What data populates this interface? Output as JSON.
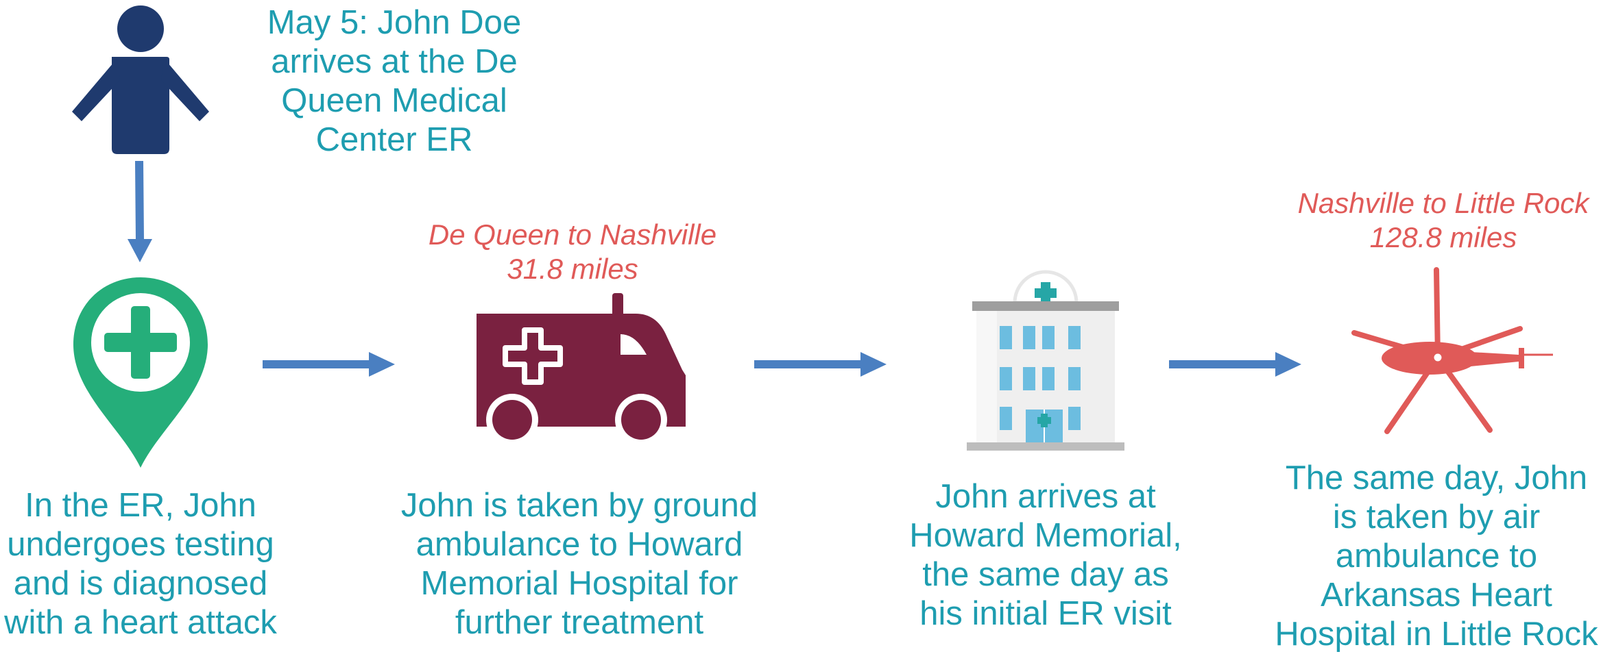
{
  "steps": [
    {
      "icon": "person-icon",
      "text": "May 5: John Doe\narrives at the De\nQueen Medical\nCenter ER"
    },
    {
      "icon": "medical-location-pin-icon",
      "text": "In the ER, John\nundergoes testing\nand is diagnosed\nwith a heart attack"
    },
    {
      "icon": "ambulance-icon",
      "text": "John is taken by ground\nambulance to Howard\nMemorial Hospital for\nfurther treatment"
    },
    {
      "icon": "hospital-building-icon",
      "text": "John arrives at\nHoward Memorial,\nthe same day as\nhis initial ER visit"
    },
    {
      "icon": "helicopter-icon",
      "text": "The same day, John\nis taken by air\nambulance to\nArkansas Heart\nHospital in Little Rock"
    }
  ],
  "routes": [
    {
      "label": "De Queen to Nashville\n31.8 miles"
    },
    {
      "label": "Nashville to Little Rock\n128.8 miles"
    }
  ],
  "colors": {
    "caption": "#1e9db0",
    "route": "#e05a58",
    "arrow": "#4a7fc1",
    "person": "#1f3a6e",
    "pin": "#25ae7a",
    "ambulance": "#7a2140",
    "helicopter": "#e05a58"
  }
}
